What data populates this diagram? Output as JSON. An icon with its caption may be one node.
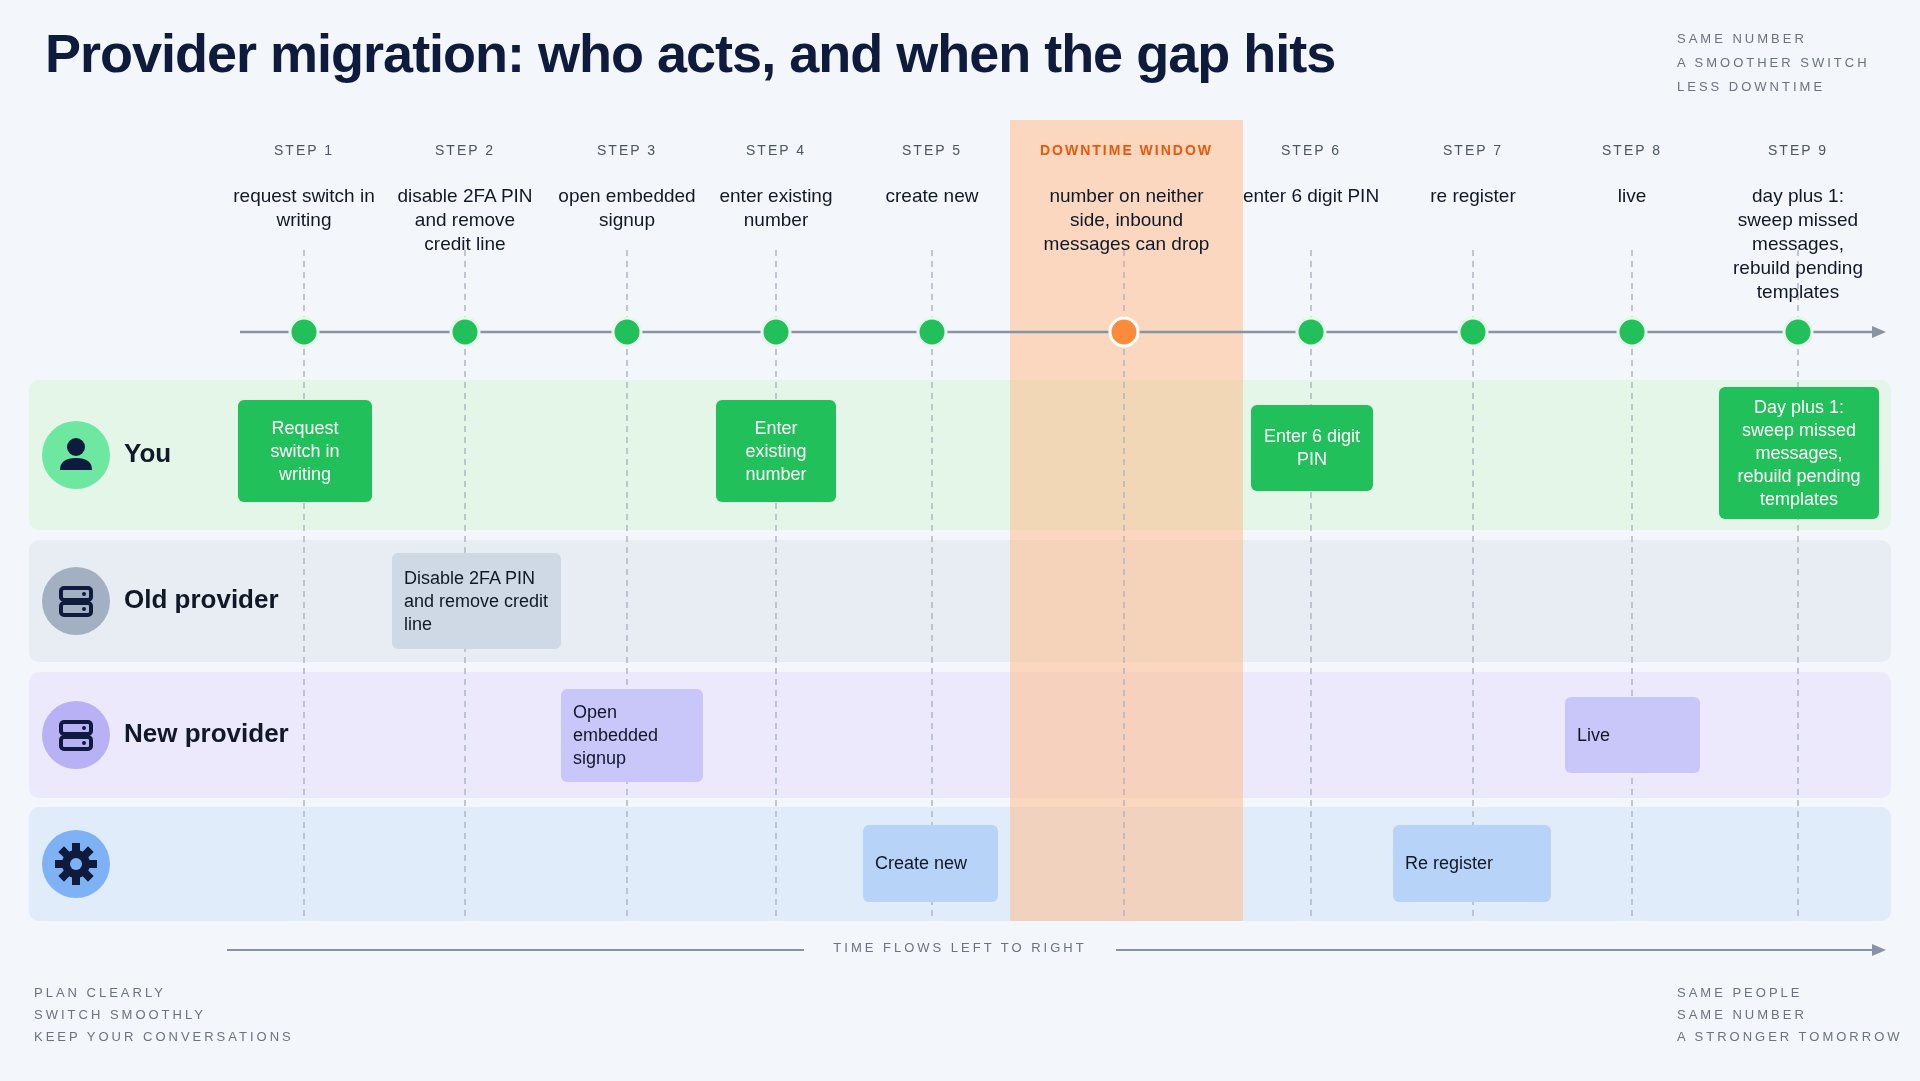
{
  "diagram": {
    "title": "Provider migration: who acts, and when the gap hits",
    "nodes": [
      {
        "text": [
          "You"
        ]
      },
      {
        "text": [
          "Request switch in writing"
        ],
        "in": 0
      },
      {
        "text": [
          "Enter existing number"
        ],
        "in": 0
      },
      {
        "text": [
          "Enter 6 digit PIN"
        ],
        "in": 0
      },
      {
        "text": [
          "Day plus 1: sweep missed messages, rebuild pending templates"
        ],
        "in": 0
      },
      {
        "text": [
          "Old provider"
        ]
      },
      {
        "text": [
          "Disable 2FA PIN and remove credit line"
        ],
        "in": 5
      },
      {
        "text": [
          "New provider"
        ]
      },
      {
        "text": [
          "Open embedded signup"
        ],
        "in": 7
      },
      {
        "text": [
          "Live"
        ],
        "in": 7
      },
      {
        "text": [],
        "shape": "band"
      },
      {
        "text": [
          "Create new"
        ],
        "in": 10
      },
      {
        "text": [
          "Re register"
        ],
        "in": 10
      },
      {
        "text": [
          "DOWNTIME WINDOW",
          "number on neither side, inbound messages can drop"
        ]
      }
    ],
    "edges": [],
    "labels": [
      "SAME NUMBER",
      "A SMOOTHER SWITCH",
      "LESS DOWNTIME",
      "STEP 1",
      "STEP 2",
      "STEP 3",
      "STEP 4",
      "STEP 5",
      "STEP 6",
      "STEP 7",
      "STEP 8",
      "STEP 9",
      "request switch in writing",
      "disable 2FA PIN and remove credit line",
      "open embedded signup",
      "enter existing number",
      "create new",
      "enter 6 digit PIN",
      "re register",
      "live",
      "day plus 1: sweep missed messages, rebuild pending templates",
      "TIME FLOWS LEFT TO RIGHT",
      "PLAN CLEARLY",
      "SWITCH SMOOTHLY",
      "KEEP YOUR CONVERSATIONS",
      "SAME PEOPLE",
      "SAME NUMBER",
      "A STRONGER TOMORROW"
    ]
  }
}
